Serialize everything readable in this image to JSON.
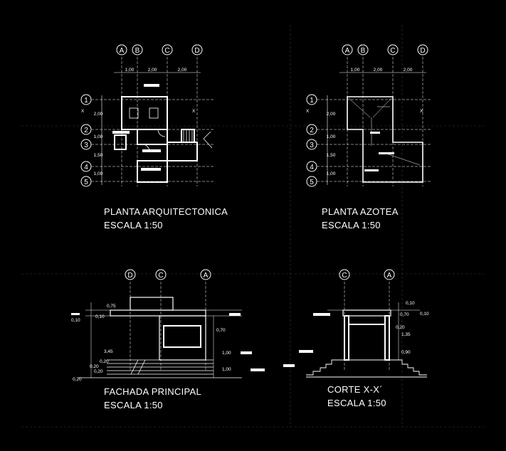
{
  "colors": {
    "background": "#000000",
    "lines": "#ffffff",
    "guides": "#3a3a3a",
    "accent": "#bdbdbd"
  },
  "views": {
    "planta": {
      "title": "PLANTA ARQUITECTONICA",
      "scale": "ESCALA 1:50",
      "cols": [
        "A",
        "B",
        "C",
        "D"
      ],
      "rows": [
        "1",
        "2",
        "3",
        "4",
        "5"
      ],
      "col_dims": [
        "1,00",
        "2,00",
        "2,00"
      ],
      "row_dims": [
        "2,00",
        "1,00",
        "1,50",
        "1,00"
      ],
      "section": "X"
    },
    "azotea": {
      "title": "PLANTA AZOTEA",
      "scale": "ESCALA 1:50",
      "cols": [
        "A",
        "B",
        "C",
        "D"
      ],
      "rows": [
        "1",
        "2",
        "3",
        "4",
        "5"
      ],
      "col_dims": [
        "1,00",
        "2,00",
        "2,00"
      ],
      "row_dims": [
        "2,00",
        "1,00",
        "1,50",
        "1,00"
      ],
      "section": "X"
    },
    "fachada": {
      "title": "FACHADA PRINCIPAL",
      "scale": "ESCALA 1:50",
      "cols": [
        "D",
        "C",
        "A"
      ],
      "dims_left": [
        "0,75",
        "0,10",
        "0,10",
        "3,45",
        "0,20",
        "0,20",
        "0,20",
        "0,20"
      ],
      "dims_right": [
        "0,70",
        "1,00",
        "1,00"
      ]
    },
    "corte": {
      "title": "CORTE X-X´",
      "scale": "ESCALA 1:50",
      "cols": [
        "C",
        "A"
      ],
      "dims_right": [
        "0,10",
        "0,10",
        "0,70",
        "0,20",
        "1,35",
        "0,90"
      ]
    }
  }
}
